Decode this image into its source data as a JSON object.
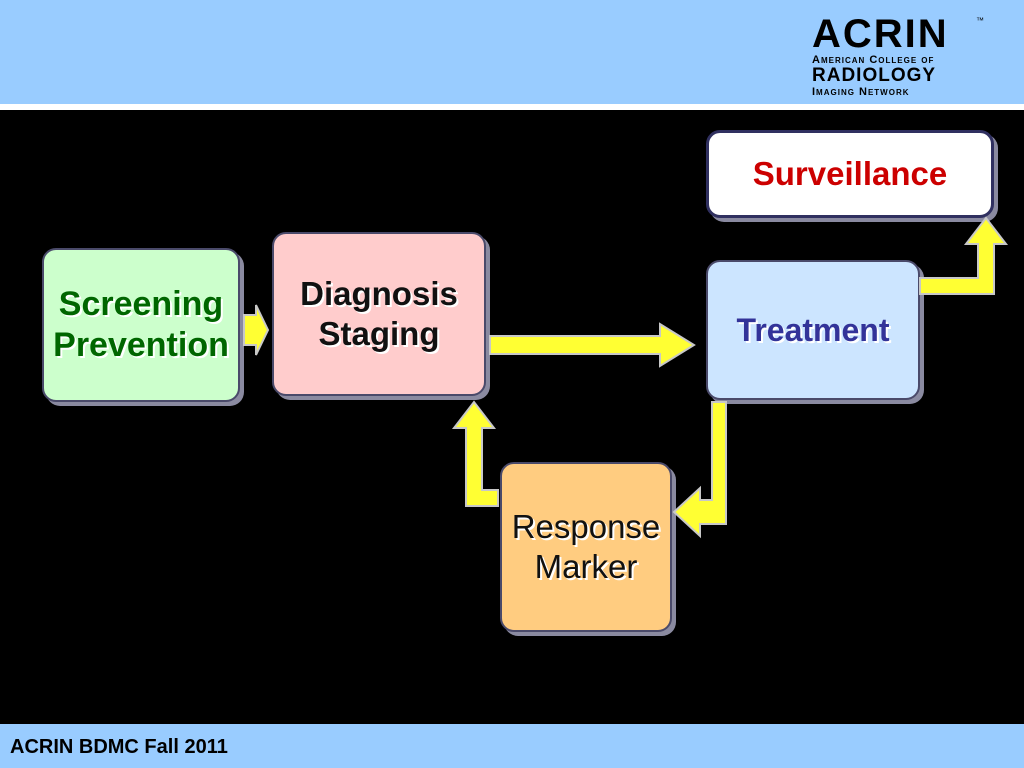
{
  "header": {
    "logo": {
      "name": "ACRIN",
      "tm": "™",
      "line1": "American College of",
      "line2": "RADIOLOGY",
      "line3": "Imaging Network"
    }
  },
  "diagram": {
    "nodes": {
      "surveillance": [
        "Surveillance"
      ],
      "screening": [
        "Screening",
        "Prevention"
      ],
      "diagnosis": [
        "Diagnosis",
        "Staging"
      ],
      "treatment": [
        "Treatment"
      ],
      "response": [
        "Response",
        "Marker"
      ]
    },
    "colors": {
      "arrow_fill": "#ffff33",
      "arrow_stroke": "#c8c8c8"
    }
  },
  "footer": {
    "text": "ACRIN BDMC Fall 2011"
  }
}
